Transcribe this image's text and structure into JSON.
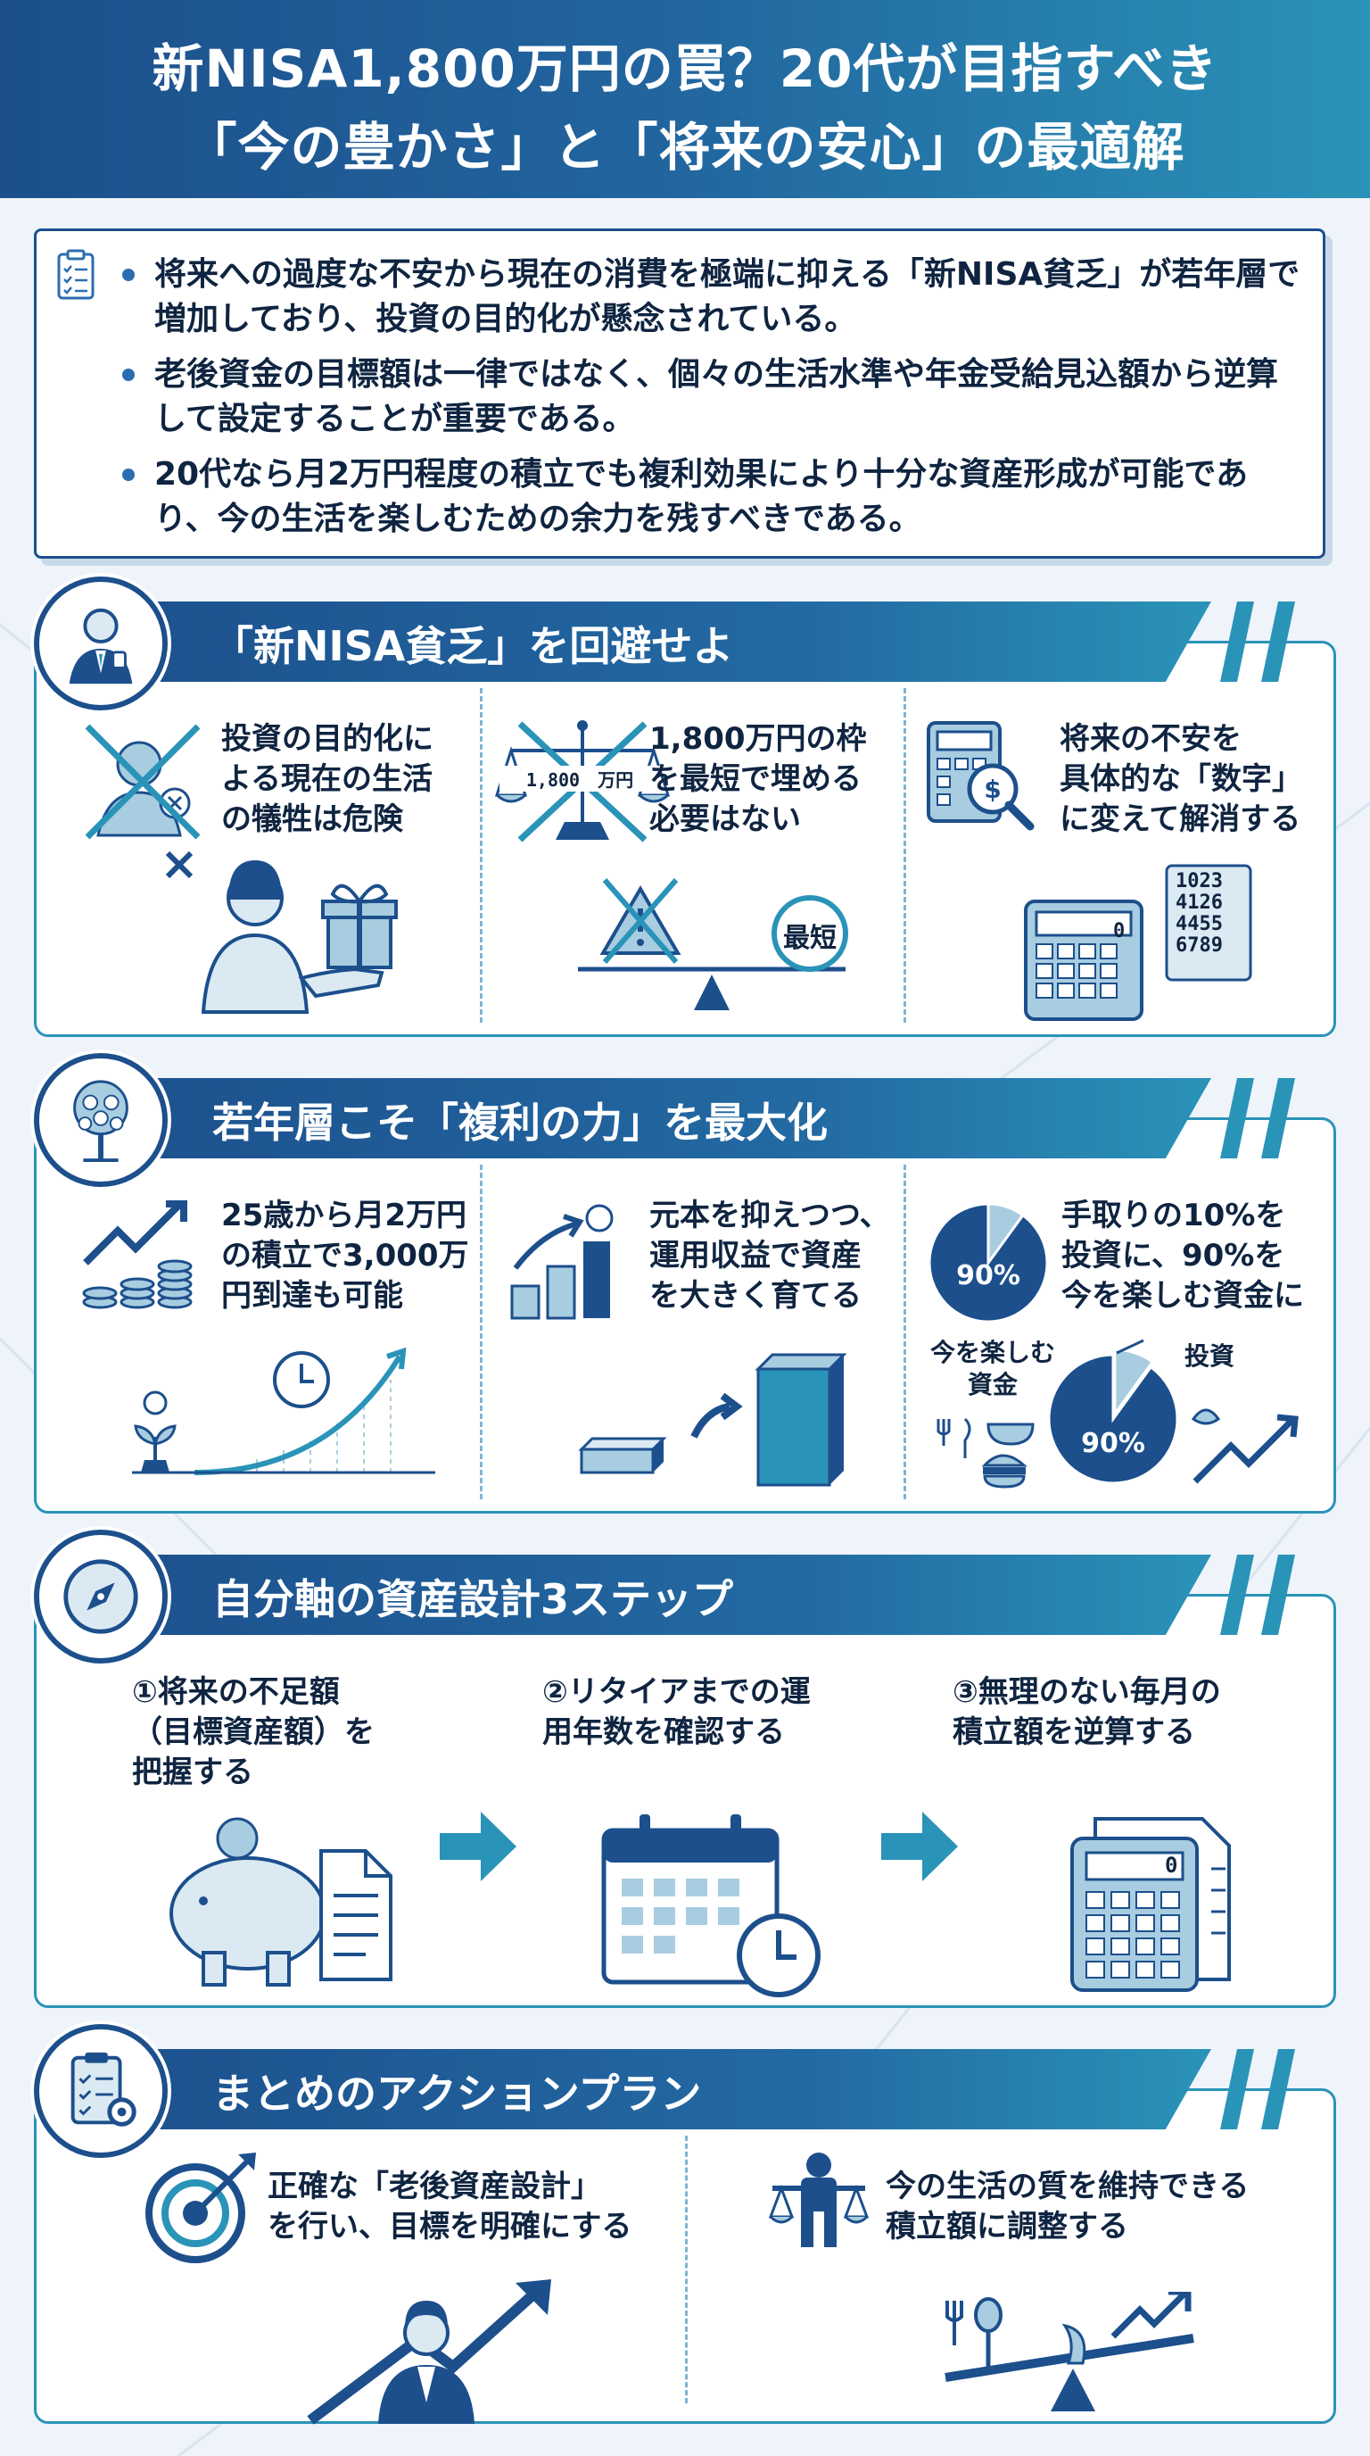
{
  "header": {
    "title_line1": "新NISA1,800万円の罠？20代が目指すべき",
    "title_line2": "「今の豊かさ」と「将来の安心」の最適解"
  },
  "summary": {
    "points": [
      "将来への過度な不安から現在の消費を極端に抑える「新NISA貧乏」が若年層で増加しており、投資の目的化が懸念されている。",
      "老後資金の目標額は一律ではなく、個々の生活水準や年金受給見込額から逆算して設定することが重要である。",
      "20代なら月2万円程度の積立でも複利効果により十分な資産形成が可能であり、今の生活を楽しむための余力を残すべきである。"
    ]
  },
  "sections": {
    "s1": {
      "title": "「新NISA貧乏」を回避せよ",
      "items": [
        "投資の目的化に\nよる現在の生活\nの犠牲は危険",
        "1,800万円の枠\nを最短で埋める\n必要はない",
        "将来の不安を\n具体的な「数字」\nに変えて解消する"
      ],
      "scale_label": "1,800　万円",
      "fast_badge": "最短",
      "calc_digits": "1023\n4126\n4455\n6789",
      "calc_display": "0"
    },
    "s2": {
      "title": "若年層こそ「複利の力」を最大化",
      "items": [
        "25歳から月2万円\nの積立で3,000万\n円到達も可能",
        "元本を抑えつつ、\n運用収益で資産\nを大きく育てる",
        "手取りの10%を\n投資に、90%を\n今を楽しむ資金に"
      ],
      "pie_small_label": "90%",
      "pie_big_label": "90%",
      "enjoy_label": "今を楽しむ\n資金",
      "invest_label": "投資",
      "chart_data": {
        "type": "pie",
        "values": [
          90,
          10
        ],
        "categories": [
          "今を楽しむ資金",
          "投資"
        ]
      }
    },
    "s3": {
      "title": "自分軸の資産設計3ステップ",
      "steps": [
        "①将来の不足額\n（目標資産額）を\n把握する",
        "②リタイアまでの運\n用年数を確認する",
        "③無理のない毎月の\n積立額を逆算する"
      ],
      "calc_display": "0"
    },
    "s4": {
      "title": "まとめのアクションプラン",
      "items": [
        "正確な「老後資産設計」\nを行い、目標を明確にする",
        "今の生活の質を維持できる\n積立額に調整する"
      ]
    }
  },
  "colors": {
    "navy": "#1c4f8c",
    "teal": "#2a93b8",
    "light": "#a8cde0",
    "pale": "#dbe9f3"
  }
}
